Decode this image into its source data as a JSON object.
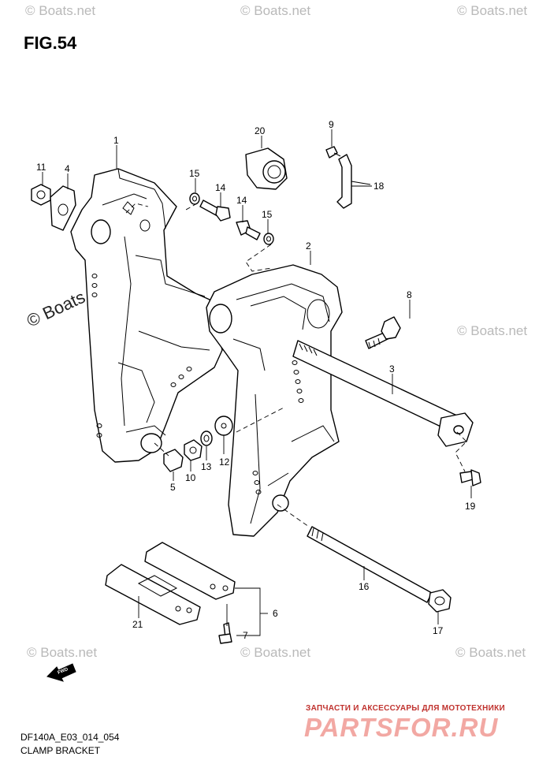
{
  "figure": {
    "title": "FIG.54",
    "code": "DF140A_E03_014_054",
    "caption": "CLAMP BRACKET"
  },
  "watermarks": {
    "small": "© Boats.net",
    "large": "© Boats.net",
    "brand_top": "ЗАПЧАСТИ И АКСЕССУАРЫ ДЛЯ МОТОТЕХНИКИ",
    "brand_logo": "PARTSFOR.RU"
  },
  "fwd_label": "FWD",
  "callouts": [
    "1",
    "2",
    "3",
    "4",
    "5",
    "6",
    "7",
    "8",
    "9",
    "10",
    "11",
    "12",
    "13",
    "14",
    "14",
    "15",
    "15",
    "16",
    "17",
    "18",
    "19",
    "20",
    "21"
  ],
  "colors": {
    "ink": "#000000",
    "watermark": "#b9b9b9",
    "brand": "#c0322e",
    "brand_logo": "#f2a8a3"
  }
}
